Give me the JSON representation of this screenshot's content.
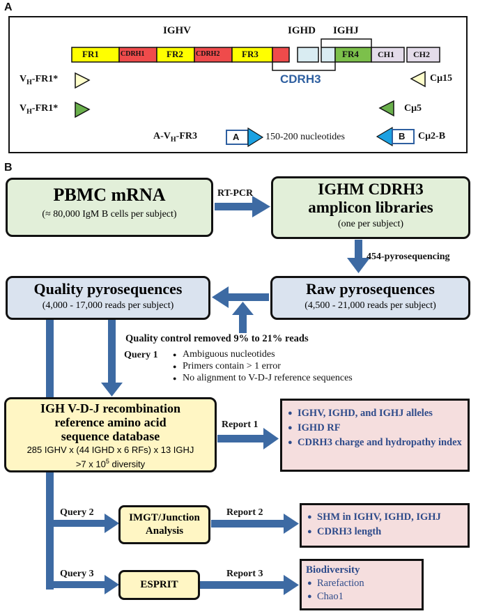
{
  "panel_a": {
    "label": "A",
    "segments": {
      "fr1": "FR1",
      "cdrh1": "CDRH1",
      "fr2": "FR2",
      "cdrh2": "CDRH2",
      "fr3": "FR3",
      "fr4": "FR4",
      "ch1": "CH1",
      "ch2": "CH2"
    },
    "gene_labels": {
      "ighv": "IGHV",
      "ighd": "IGHD",
      "ighj": "IGHJ",
      "cdrh3": "CDRH3"
    },
    "primers": {
      "vh_fr1_a_main": "V",
      "vh_fr1_a_sub": "H",
      "vh_fr1_a_rest": "-FR1*",
      "vh_fr1_b_main": "V",
      "vh_fr1_b_sub": "H",
      "vh_fr1_b_rest": "-FR1*",
      "a_vh_fr3_pre": "A-V",
      "a_vh_fr3_sub": "H",
      "a_vh_fr3_rest": "-FR3",
      "cmu15": "Cμ15",
      "cmu5": "Cμ5",
      "cmu2b": "Cμ2-B",
      "a_box": "A",
      "b_box": "B",
      "amplicon": "150-200 nucleotides"
    },
    "colors": {
      "fr": "#ffff00",
      "cdr": "#ef4b4b",
      "ighd": "#d9ecf2",
      "fr4": "#7cc04b",
      "ch": "#e4dcea",
      "primer_light": "#ffffcc",
      "primer_green": "#6ab04c",
      "primer_blue": "#1ba1e2"
    }
  },
  "panel_b": {
    "label": "B",
    "pbmc": {
      "title": "PBMC mRNA",
      "sub": "(≈ 80,000 IgM B cells per subject)"
    },
    "rt_pcr": "RT-PCR",
    "ighm": {
      "title_1": "IGHM CDRH3",
      "title_2": "amplicon libraries",
      "sub": "(one per subject)"
    },
    "pyroseq": "454-pyrosequencing",
    "quality": {
      "title": "Quality pyrosequences",
      "sub": "(4,000 - 17,000 reads per subject)"
    },
    "raw": {
      "title": "Raw pyrosequences",
      "sub": "(4,500 - 21,000 reads per subject)"
    },
    "qc_text": "Quality control removed 9% to 21% reads",
    "query1": "Query 1",
    "qc_items": [
      "Ambiguous nucleotides",
      "Primers contain > 1 error",
      "No alignment to V-D-J reference sequences"
    ],
    "db": {
      "title_1": "IGH  V-D-J recombination",
      "title_2": "reference amino acid",
      "title_3": "sequence database",
      "line_1": "285 IGHV x (44 IGHD x 6 RFs) x 13 IGHJ",
      "line_2_pre": ">7 x 10",
      "line_2_sup": "5",
      "line_2_post": " diversity"
    },
    "report1": {
      "label": "Report 1",
      "items": [
        "IGHV, IGHD, and IGHJ alleles",
        "IGHD RF",
        "CDRH3 charge and hydropathy index"
      ]
    },
    "query2": "Query 2",
    "imgt": {
      "line_1": "IMGT/Junction",
      "line_2": "Analysis"
    },
    "report2": {
      "label": "Report 2",
      "items": [
        "SHM in IGHV, IGHD, IGHJ",
        "CDRH3 length"
      ]
    },
    "query3": "Query 3",
    "esprit": "ESPRIT",
    "report3": {
      "label": "Report 3",
      "title": "Biodiversity",
      "items": [
        "Rarefaction",
        "Chao1"
      ]
    },
    "colors": {
      "arrow": "#3d6aa3",
      "report_text": "#2e4b8a"
    }
  }
}
